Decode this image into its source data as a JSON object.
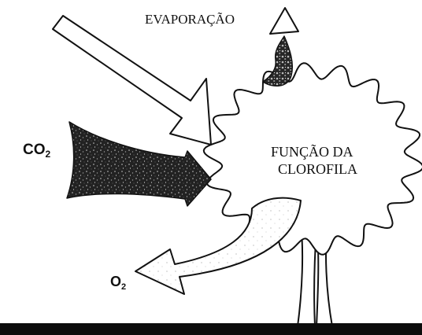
{
  "labels": {
    "evaporation": "EVAPORAÇÃO",
    "function_line1": "FUNÇÃO DA",
    "function_line2": "CLOROFILA",
    "co2_main": "CO",
    "co2_sub": "2",
    "o2_main": "O",
    "o2_sub": "2"
  },
  "icons": {
    "sunlight": "sunlight-arrow-icon",
    "co2": "co2-arrow-icon",
    "evaporation": "evaporation-arrow-icon",
    "o2": "o2-arrow-icon"
  },
  "colors": {
    "ink": "#111111",
    "dark_fill": "#1e1e1e",
    "paper": "#ffffff",
    "ground": "#0c0c0c"
  }
}
